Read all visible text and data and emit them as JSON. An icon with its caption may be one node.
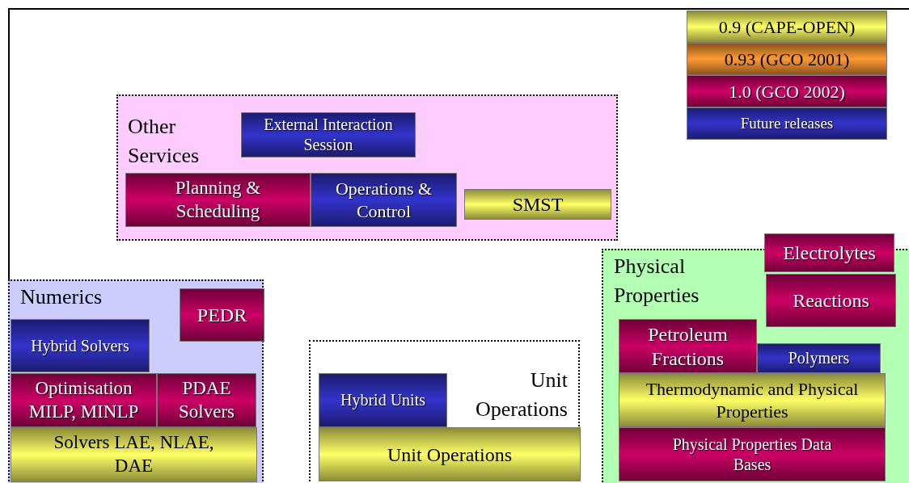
{
  "diagram": {
    "nodes": [
      {
        "text": [
          "Other Services"
        ]
      },
      {
        "text": [
          "External Interaction Session"
        ],
        "in": 0
      },
      {
        "text": [
          "Planning & Scheduling"
        ],
        "in": 0
      },
      {
        "text": [
          "Operations & Control"
        ],
        "in": 0
      },
      {
        "text": [
          "SMST"
        ],
        "in": 0
      },
      {
        "text": [
          "Numerics"
        ]
      },
      {
        "text": [
          "PEDR"
        ],
        "in": 5
      },
      {
        "text": [
          "Hybrid Solvers"
        ],
        "in": 5
      },
      {
        "text": [
          "Optimisation MILP, MINLP"
        ],
        "in": 5
      },
      {
        "text": [
          "PDAE Solvers"
        ],
        "in": 5
      },
      {
        "text": [
          "Solvers LAE, NLAE, DAE"
        ],
        "in": 5
      },
      {
        "text": [
          "Unit Operations"
        ]
      },
      {
        "text": [
          "Hybrid Units"
        ],
        "in": 11
      },
      {
        "text": [
          "Unit Operations"
        ],
        "in": 11
      },
      {
        "text": [
          "Physical Properties"
        ]
      },
      {
        "text": [
          "Electrolytes"
        ]
      },
      {
        "text": [
          "Reactions"
        ],
        "in": 14
      },
      {
        "text": [
          "Petroleum Fractions"
        ],
        "in": 14
      },
      {
        "text": [
          "Polymers"
        ],
        "in": 14
      },
      {
        "text": [
          "Thermodynamic and Physical Properties"
        ],
        "in": 14
      },
      {
        "text": [
          "Physical Properties Data Bases"
        ],
        "in": 14
      }
    ],
    "legend": [
      {
        "text": "0.9 (CAPE-OPEN)",
        "color": "#ffff66"
      },
      {
        "text": "0.93 (GCO 2001)",
        "color": "#ff9933"
      },
      {
        "text": "1.0 (GCO 2002)",
        "color": "#cc0066"
      },
      {
        "text": "Future releases",
        "color": "#3333cc"
      }
    ]
  }
}
